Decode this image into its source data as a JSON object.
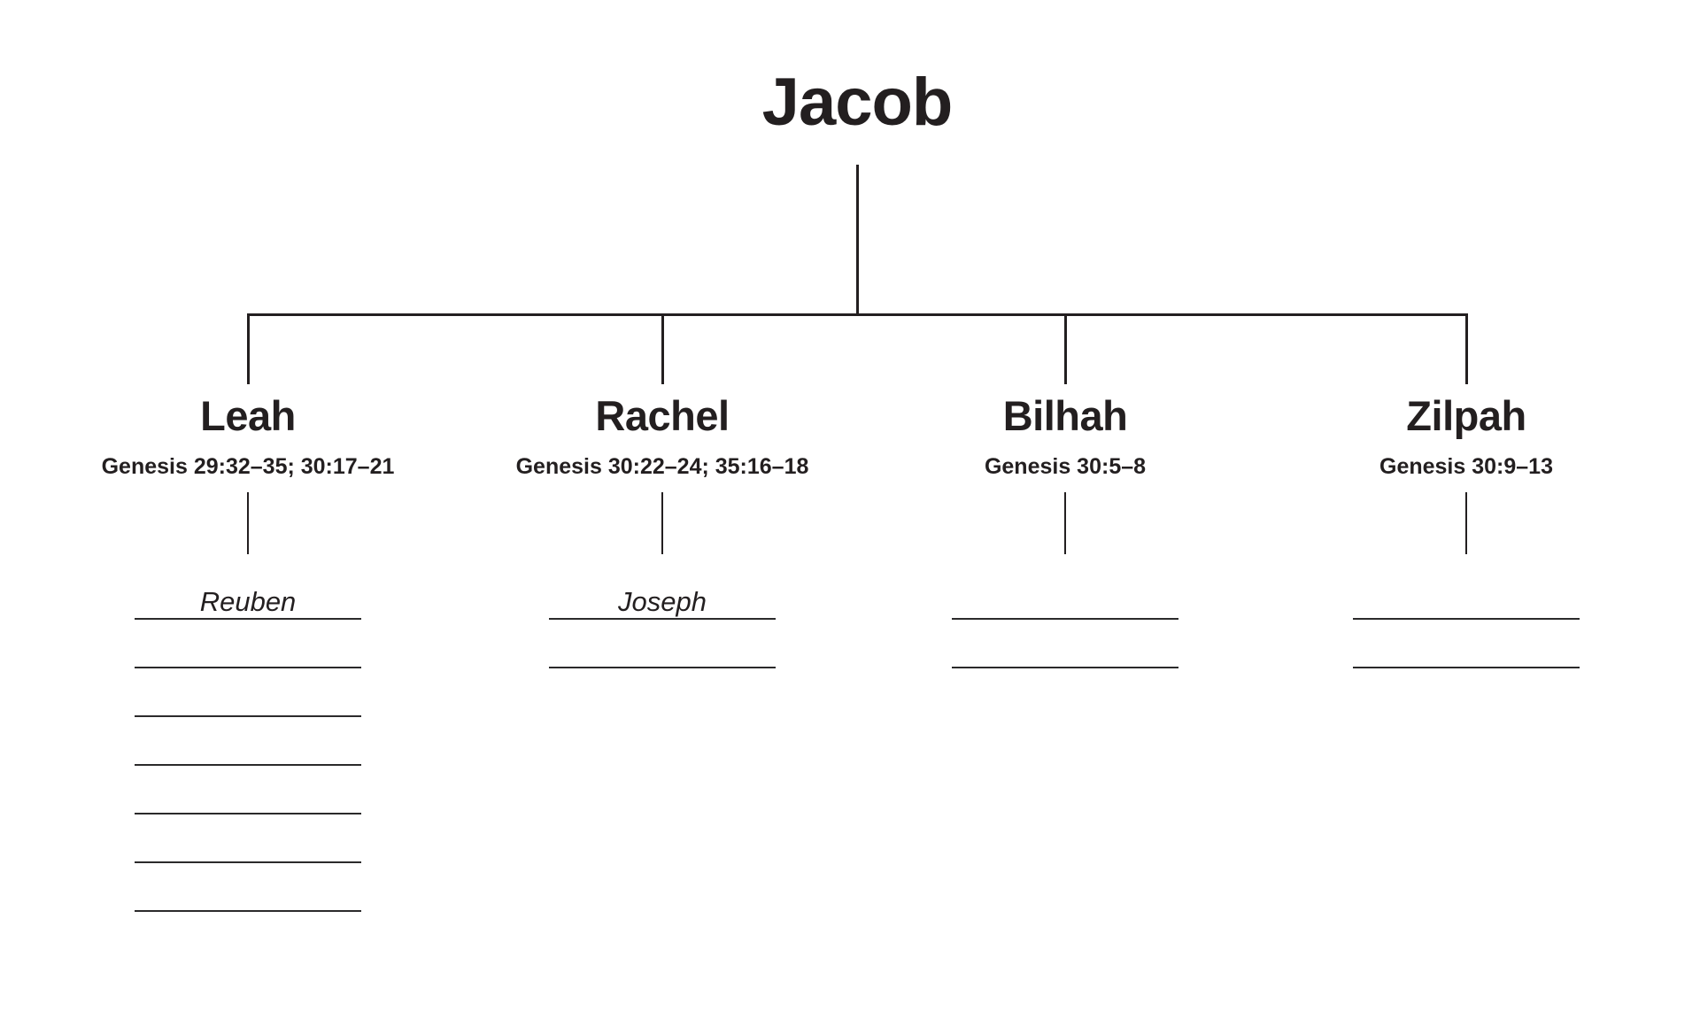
{
  "tree": {
    "root": "Jacob",
    "columns": [
      {
        "name": "Leah",
        "reference": "Genesis 29:32–35; 30:17–21",
        "entries": [
          "Reuben",
          "",
          "",
          "",
          "",
          "",
          ""
        ]
      },
      {
        "name": "Rachel",
        "reference": "Genesis 30:22–24; 35:16–18",
        "entries": [
          "Joseph",
          ""
        ]
      },
      {
        "name": "Bilhah",
        "reference": "Genesis 30:5–8",
        "entries": [
          "",
          ""
        ]
      },
      {
        "name": "Zilpah",
        "reference": "Genesis 30:9–13",
        "entries": [
          "",
          ""
        ]
      }
    ],
    "colors": {
      "ink": "#231f20",
      "background": "#ffffff"
    }
  }
}
